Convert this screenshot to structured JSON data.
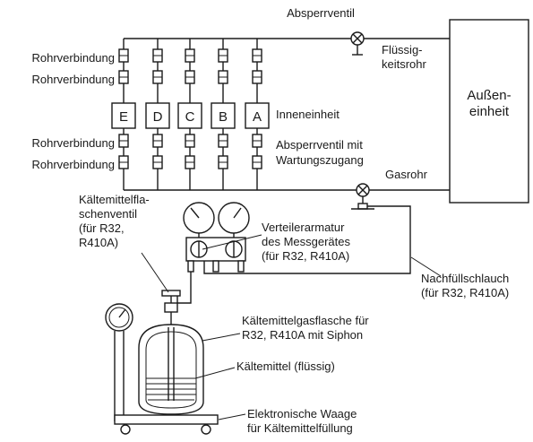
{
  "labels": {
    "shutoff_valve_top": "Absperrventil",
    "liquid_pipe_1": "Flüssig-",
    "liquid_pipe_2": "keitsrohr",
    "outdoor_unit_1": "Außen-",
    "outdoor_unit_2": "einheit",
    "pipe_joint_1": "Rohrverbindung",
    "pipe_joint_2": "Rohrverbindung",
    "pipe_joint_3": "Rohrverbindung",
    "pipe_joint_4": "Rohrverbindung",
    "indoor_unit": "Inneneinheit",
    "service_valve_1": "Absperrventil mit",
    "service_valve_2": "Wartungszugang",
    "gas_pipe": "Gasrohr",
    "refrigerant_valve_1": "Kältemittelfla-",
    "refrigerant_valve_2": "schenventil",
    "refrigerant_valve_3": "(für R32,",
    "refrigerant_valve_4": "R410A)",
    "manifold_1": "Verteilerarmatur",
    "manifold_2": "des Messgerätes",
    "manifold_3": "(für R32, R410A)",
    "charging_hose_1": "Nachfüllschlauch",
    "charging_hose_2": "(für R32, R410A)",
    "cylinder_1": "Kältemittelgasflasche für",
    "cylinder_2": "R32, R410A mit Siphon",
    "refrigerant_liquid": "Kältemittel (flüssig)",
    "scale_1": "Elektronische Waage",
    "scale_2": "für Kältemittelfüllung"
  },
  "indoor_units": [
    "E",
    "D",
    "C",
    "B",
    "A"
  ]
}
